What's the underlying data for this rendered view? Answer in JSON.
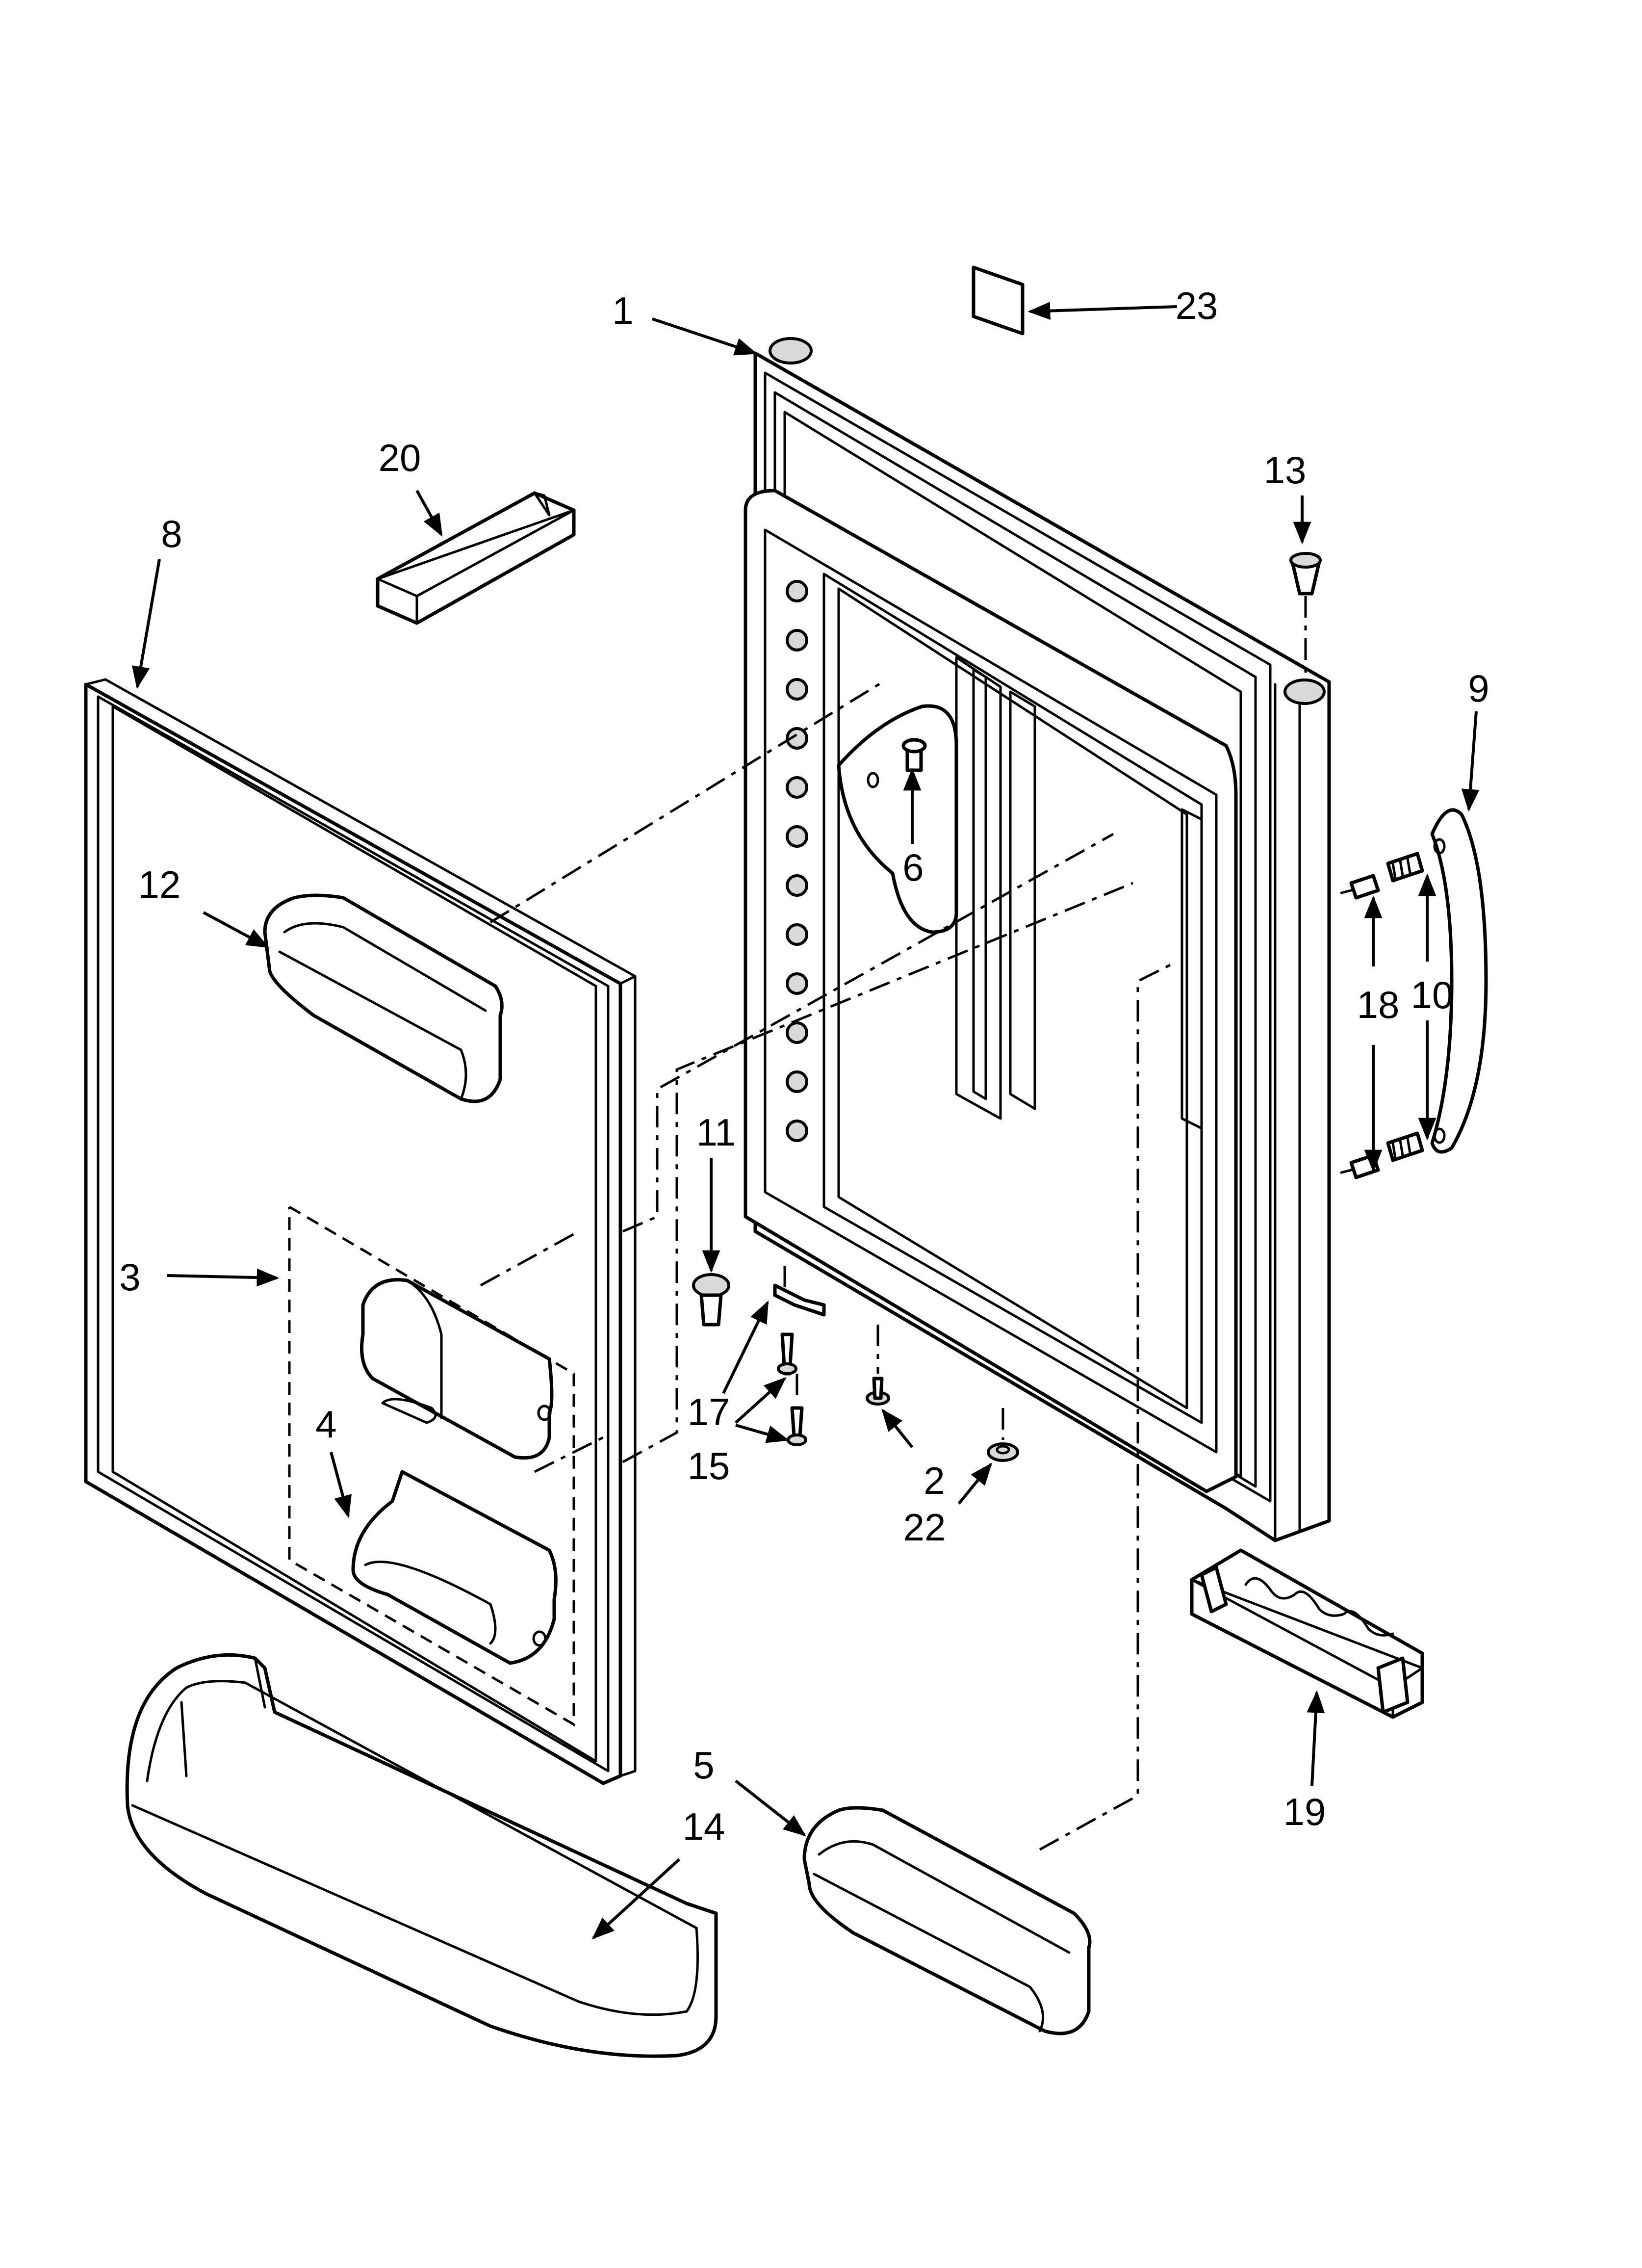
{
  "callouts": [
    {
      "id": "1",
      "label": "1"
    },
    {
      "id": "2",
      "label": "2"
    },
    {
      "id": "3",
      "label": "3"
    },
    {
      "id": "4",
      "label": "4"
    },
    {
      "id": "5",
      "label": "5"
    },
    {
      "id": "6",
      "label": "6"
    },
    {
      "id": "8",
      "label": "8"
    },
    {
      "id": "9",
      "label": "9"
    },
    {
      "id": "10",
      "label": "10"
    },
    {
      "id": "11",
      "label": "11"
    },
    {
      "id": "12",
      "label": "12"
    },
    {
      "id": "13",
      "label": "13"
    },
    {
      "id": "14",
      "label": "14"
    },
    {
      "id": "15",
      "label": "15"
    },
    {
      "id": "17",
      "label": "17"
    },
    {
      "id": "18",
      "label": "18"
    },
    {
      "id": "19",
      "label": "19"
    },
    {
      "id": "20",
      "label": "20"
    },
    {
      "id": "22",
      "label": "22"
    },
    {
      "id": "23",
      "label": "23"
    }
  ]
}
